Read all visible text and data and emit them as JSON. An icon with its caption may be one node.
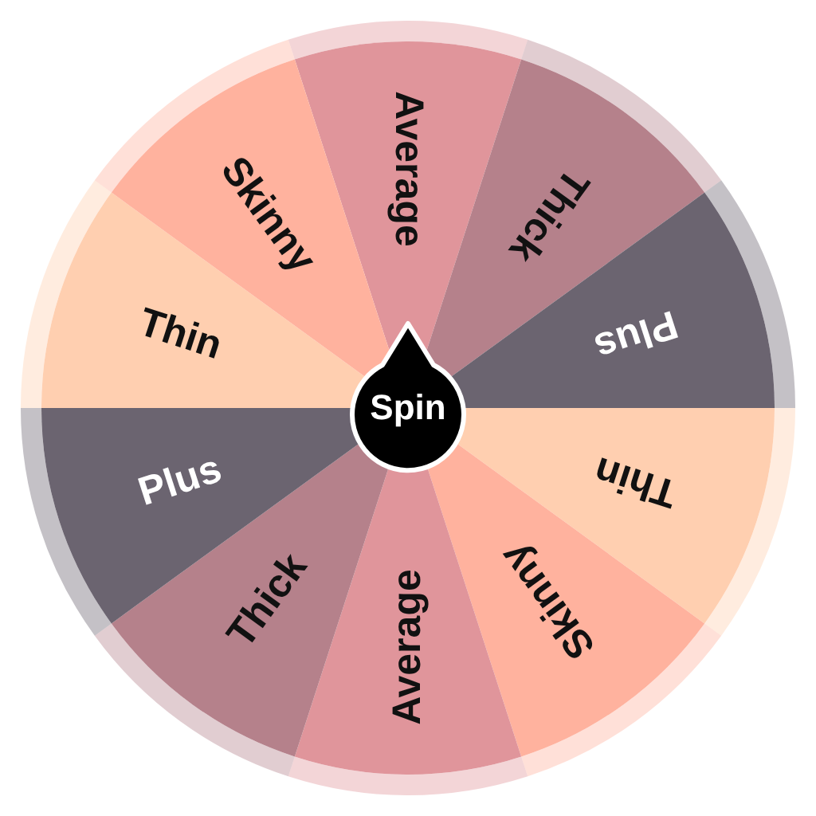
{
  "diagram": {
    "labels": [
      "Average",
      "Thick",
      "Plus",
      "Thin",
      "Skinny",
      "Average",
      "Thick",
      "Plus",
      "Thin",
      "Skinny",
      "Spin"
    ]
  }
}
